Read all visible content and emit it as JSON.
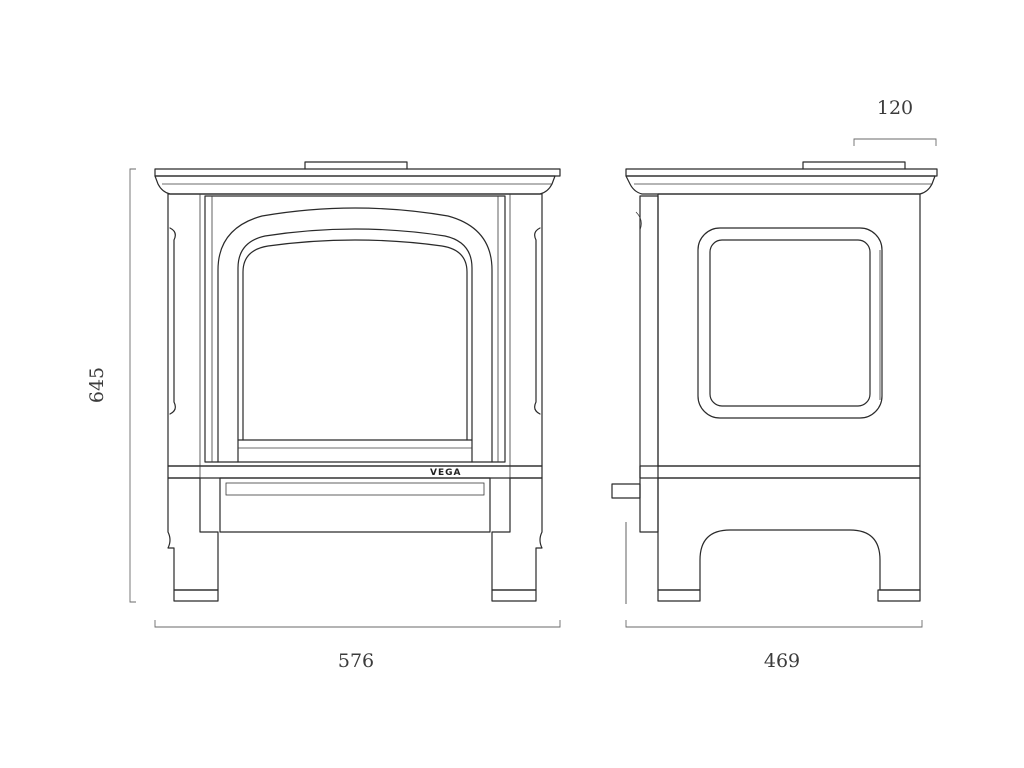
{
  "drawing": {
    "product_mark": "VEGA",
    "dimensions": {
      "height": "645",
      "front_width": "576",
      "side_depth": "469",
      "flue_offset": "120"
    }
  }
}
